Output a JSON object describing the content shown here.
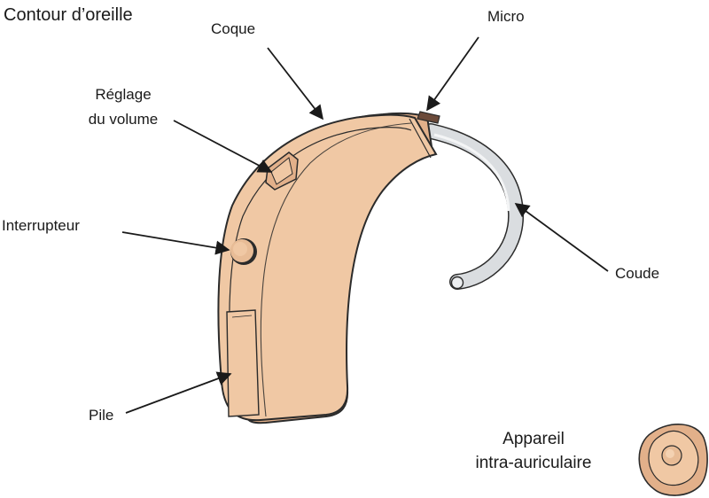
{
  "title": "Contour d’oreille",
  "colors": {
    "shell": "#f0c8a4",
    "shell_shade": "#e2b08a",
    "outline": "#2b2b2b",
    "tube": "#dadde0",
    "mic": "#6b4a3a"
  },
  "labels": {
    "coque": "Coque",
    "micro": "Micro",
    "reglage_line1": "Réglage",
    "reglage_line2": "du volume",
    "interrupteur": "Interrupteur",
    "coude": "Coude",
    "pile": "Pile"
  },
  "itc": {
    "line1": "Appareil",
    "line2": "intra-auriculaire"
  }
}
